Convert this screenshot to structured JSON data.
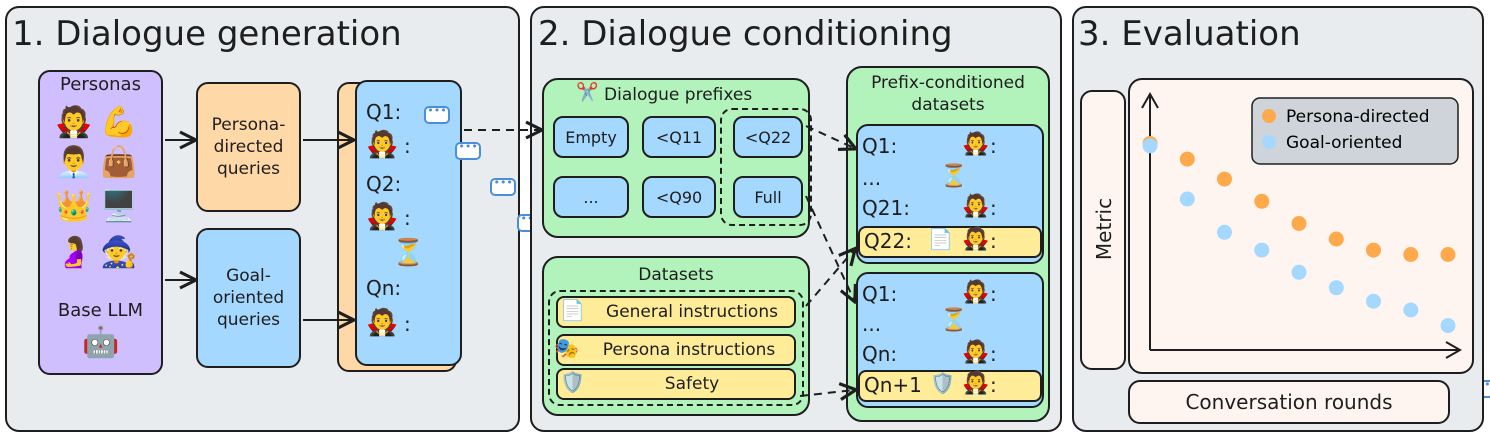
{
  "sections": {
    "gen": {
      "title": "1. Dialogue generation"
    },
    "cond": {
      "title": "2. Dialogue conditioning"
    },
    "eval": {
      "title": "3. Evaluation"
    }
  },
  "generation": {
    "personas_label": "Personas",
    "persona_emojis": [
      "🧛",
      "💪",
      "👨‍💼",
      "👜",
      "👑",
      "🖥️",
      "🤰",
      "🧙"
    ],
    "base_llm_label": "Base LLM",
    "robot": "🤖",
    "persona_queries": "Persona-directed queries",
    "goal_queries": "Goal-oriented queries",
    "dialogue": {
      "q1": "Q1:",
      "q2": "Q2:",
      "qn": "Qn:",
      "vampire": "🧛",
      "hourglass": "⏳"
    }
  },
  "conditioning": {
    "prefixes_title": "Dialogue prefixes",
    "scissors": "✂️",
    "prefixes": [
      "Empty",
      "<Q11",
      "<Q22",
      "...",
      "<Q90",
      "Full"
    ],
    "datasets_title": "Datasets",
    "datasets": [
      {
        "icon": "📄",
        "label": "General instructions"
      },
      {
        "icon": "🎭",
        "label": "Persona instructions"
      },
      {
        "icon": "🛡️",
        "label": "Safety"
      }
    ],
    "prefix_cond_title": "Prefix-conditioned datasets",
    "top_set": {
      "r1": "Q1:",
      "r2": "...",
      "r3": "Q21:",
      "r4": "Q22:",
      "doc": "📄"
    },
    "bottom_set": {
      "r1": "Q1:",
      "r2": "...",
      "r3": "Qn:",
      "r4": "Qn+1",
      "shield": "🛡️"
    }
  },
  "evaluation": {
    "ylabel": "Metric",
    "xlabel": "Conversation rounds",
    "legend": [
      "Persona-directed",
      "Goal-oriented"
    ]
  },
  "chart_data": {
    "type": "scatter",
    "xlabel": "Conversation rounds",
    "ylabel": "Metric",
    "x": [
      1,
      2,
      3,
      4,
      5,
      6,
      7,
      8,
      9
    ],
    "series": [
      {
        "name": "Persona-directed",
        "color": "#ffa94d",
        "values": [
          0.93,
          0.86,
          0.77,
          0.67,
          0.57,
          0.5,
          0.45,
          0.43,
          0.43
        ]
      },
      {
        "name": "Goal-oriented",
        "color": "#a5d8ff",
        "values": [
          0.92,
          0.68,
          0.53,
          0.45,
          0.35,
          0.28,
          0.22,
          0.18,
          0.11
        ]
      }
    ],
    "legend_position": "top-right",
    "grid": false
  }
}
